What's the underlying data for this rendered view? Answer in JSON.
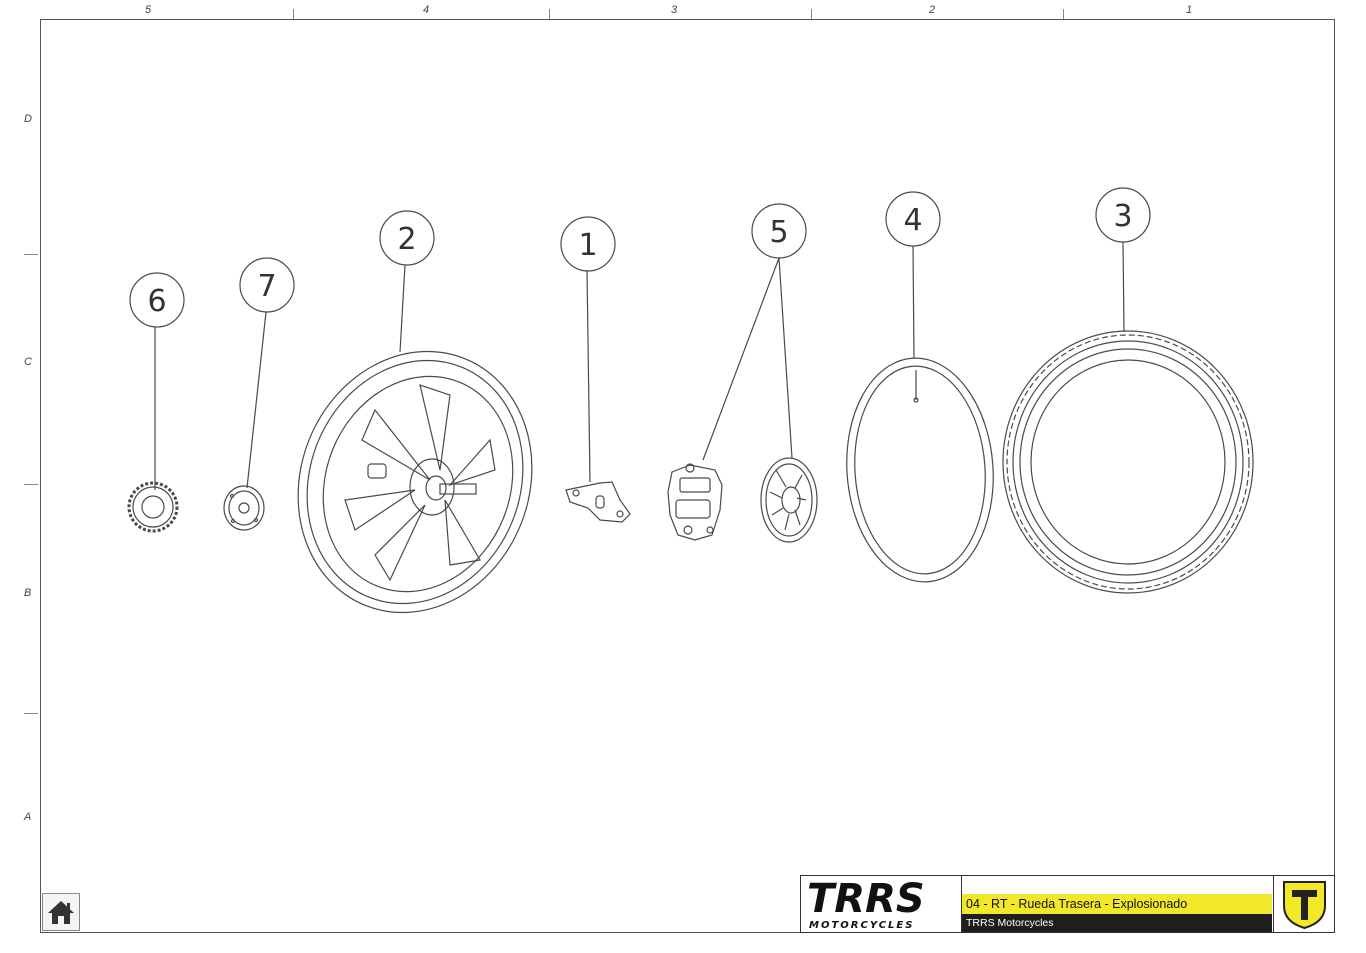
{
  "zones": {
    "columns": [
      "5",
      "4",
      "3",
      "2",
      "1"
    ],
    "rows": [
      "D",
      "C",
      "B",
      "A"
    ]
  },
  "balloons": [
    "6",
    "7",
    "2",
    "1",
    "5",
    "4",
    "3"
  ],
  "title_block": {
    "logo_text": "TRRS",
    "logo_subtext": "MOTORCYCLES",
    "drawing_title": "04 - RT - Rueda Trasera - Explosionado",
    "company": "TRRS Motorcycles"
  },
  "icons": {
    "home": "home-icon",
    "emblem": "trrs-shield-icon"
  },
  "colors": {
    "line": "#4a4a4a",
    "accent_yellow": "#f2e829",
    "dark_bar": "#1e1e1e"
  }
}
